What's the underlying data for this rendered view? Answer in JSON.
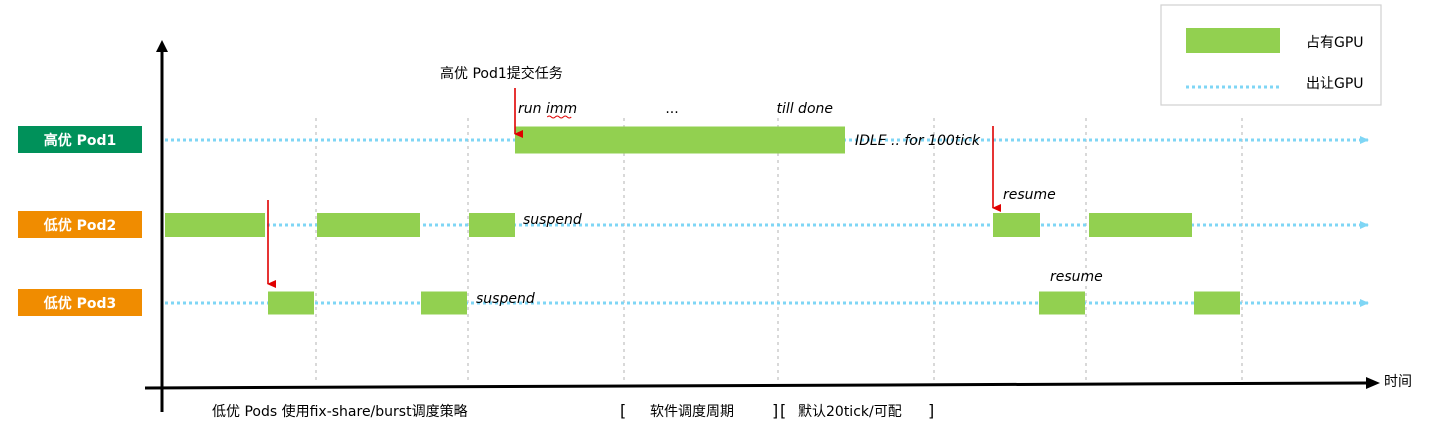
{
  "colors": {
    "gpu_block": "#92d050",
    "idle_line": "#7fd6f5",
    "high_label_bg": "#00915a",
    "low_label_bg": "#f08c00",
    "trigger_arrow": "#e00000",
    "grid": "#d9d9d9",
    "axis": "#000000"
  },
  "legend": {
    "occupy_label": "占有GPU",
    "yield_label": "出让GPU"
  },
  "rows": [
    {
      "label": "高优 Pod1",
      "kind": "high",
      "blocks": [
        [
          515,
          845
        ]
      ],
      "annotations": [
        {
          "text": "run imm",
          "anchor": "start",
          "italic": true,
          "underline": true
        },
        {
          "text": "...",
          "anchor": "middle",
          "italic": false
        },
        {
          "text": "till done",
          "anchor": "end",
          "italic": true
        },
        {
          "text": "IDLE .. for 100tick",
          "anchor": "after",
          "italic": true
        }
      ]
    },
    {
      "label": "低优 Pod2",
      "kind": "low",
      "blocks": [
        [
          165,
          265
        ],
        [
          317,
          420
        ],
        [
          469,
          515
        ],
        [
          993,
          1040
        ],
        [
          1089,
          1192
        ]
      ],
      "annotations": [
        {
          "text": "suspend",
          "anchor": "after",
          "italic": true
        },
        {
          "text": "resume",
          "anchor": "above",
          "italic": true
        }
      ]
    },
    {
      "label": "低优 Pod3",
      "kind": "low",
      "blocks": [
        [
          268,
          314
        ],
        [
          421,
          467
        ],
        [
          1039,
          1085
        ],
        [
          1194,
          1240
        ]
      ],
      "annotations": [
        {
          "text": "suspend",
          "anchor": "after",
          "italic": true
        },
        {
          "text": "resume",
          "anchor": "above",
          "italic": true
        }
      ]
    }
  ],
  "events": {
    "pod1_submit": "高优 Pod1提交任务"
  },
  "axis": {
    "x_label": "时间"
  },
  "footer": {
    "strategy": "低优 Pods 使用fix-share/burst调度策略",
    "period": "软件调度周期",
    "period_value": "默认20tick/可配",
    "bracket_open": "[",
    "bracket_close": "]"
  }
}
